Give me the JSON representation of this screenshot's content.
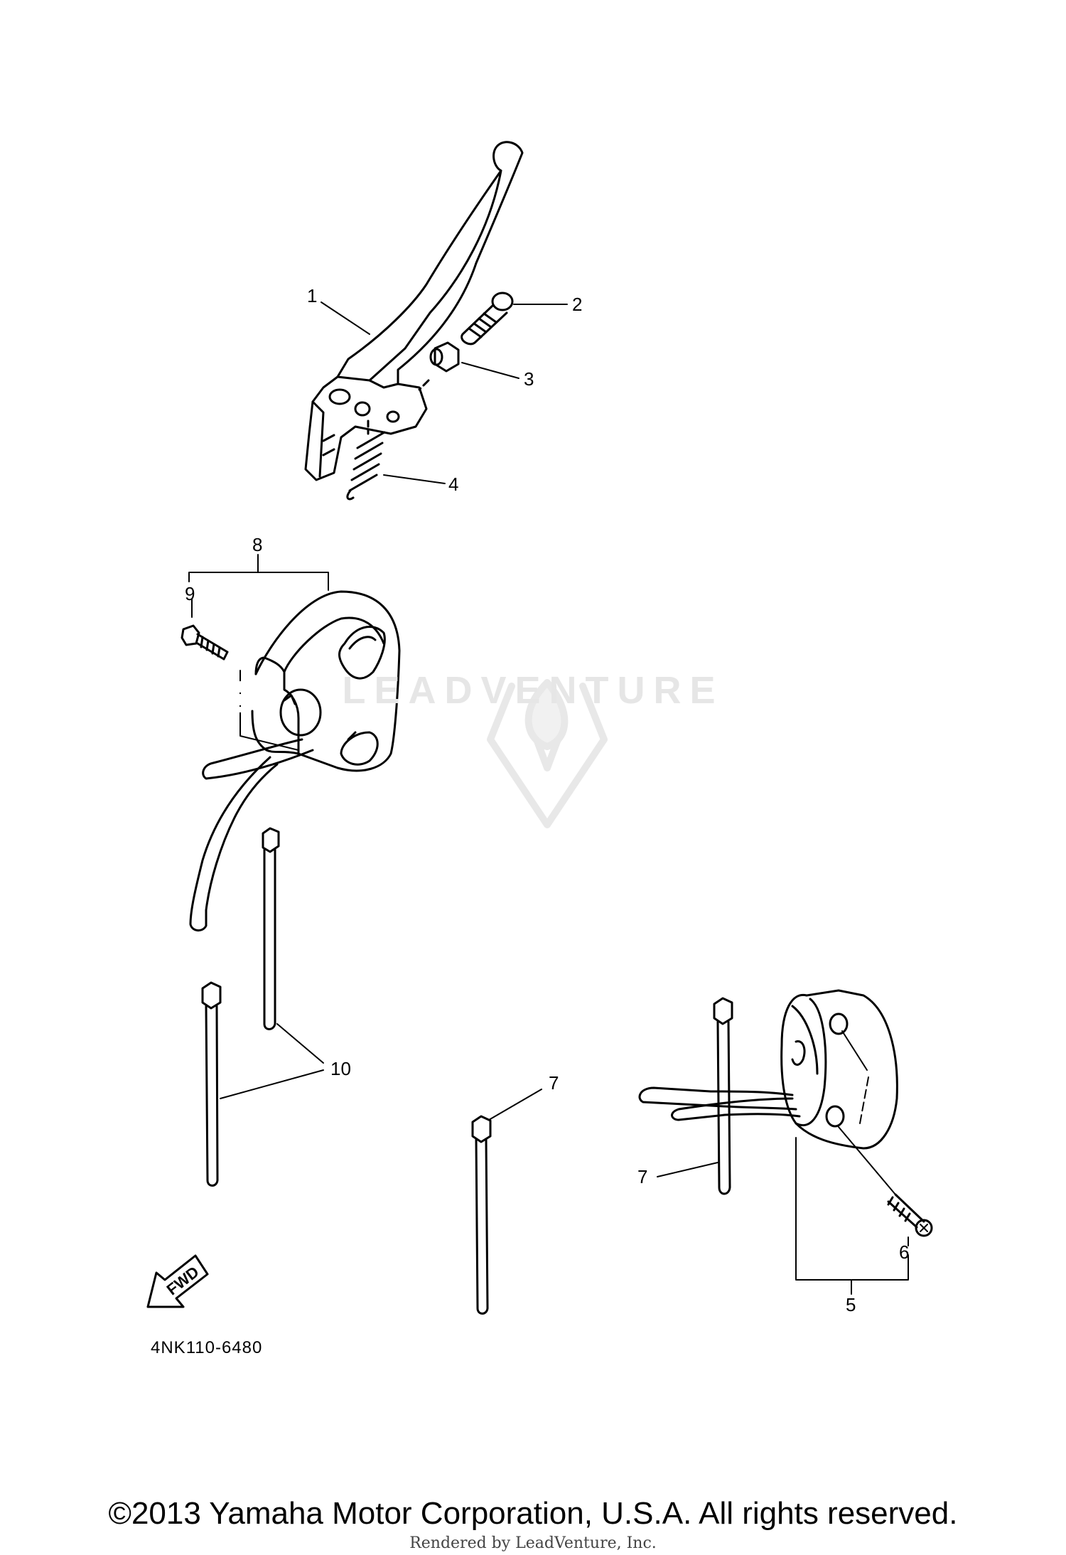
{
  "diagram": {
    "callouts": [
      "1",
      "2",
      "3",
      "4",
      "5",
      "6",
      "7",
      "7",
      "8",
      "9",
      "10"
    ],
    "fwd_label": "FWD",
    "reference_code": "4NK110-6480",
    "watermark": "LEADVENTURE"
  },
  "footer": {
    "copyright": "©2013 Yamaha Motor Corporation, U.S.A. All rights reserved.",
    "rendered_by": "Rendered by LeadVenture, Inc."
  },
  "colors": {
    "line": "#000000",
    "watermark": "#e6e6e6"
  }
}
